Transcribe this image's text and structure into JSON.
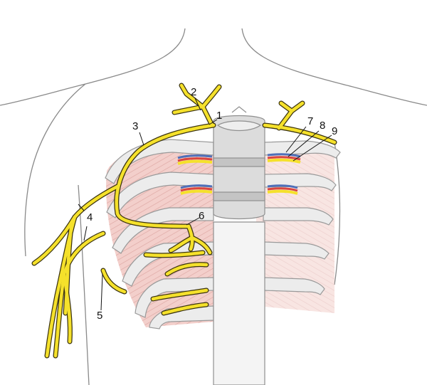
{
  "labels": {
    "l1": "1",
    "l2": "2",
    "l3": "3",
    "l4": "4",
    "l5": "5",
    "l6": "6",
    "l7": "7",
    "l8": "8",
    "l9": "9"
  },
  "colors": {
    "nerve": "#f5e12b",
    "nerve_outline": "#3b3310",
    "muscle": "#f0c8c4",
    "muscle_stripe": "#d99a96",
    "rib": "#e6e6e6",
    "rib_outline": "#9a9a9a",
    "vertebra": "#d8d8d8",
    "artery": "#d9453f",
    "vein": "#4f6fb8",
    "body_outline": "#8a8a8a"
  }
}
